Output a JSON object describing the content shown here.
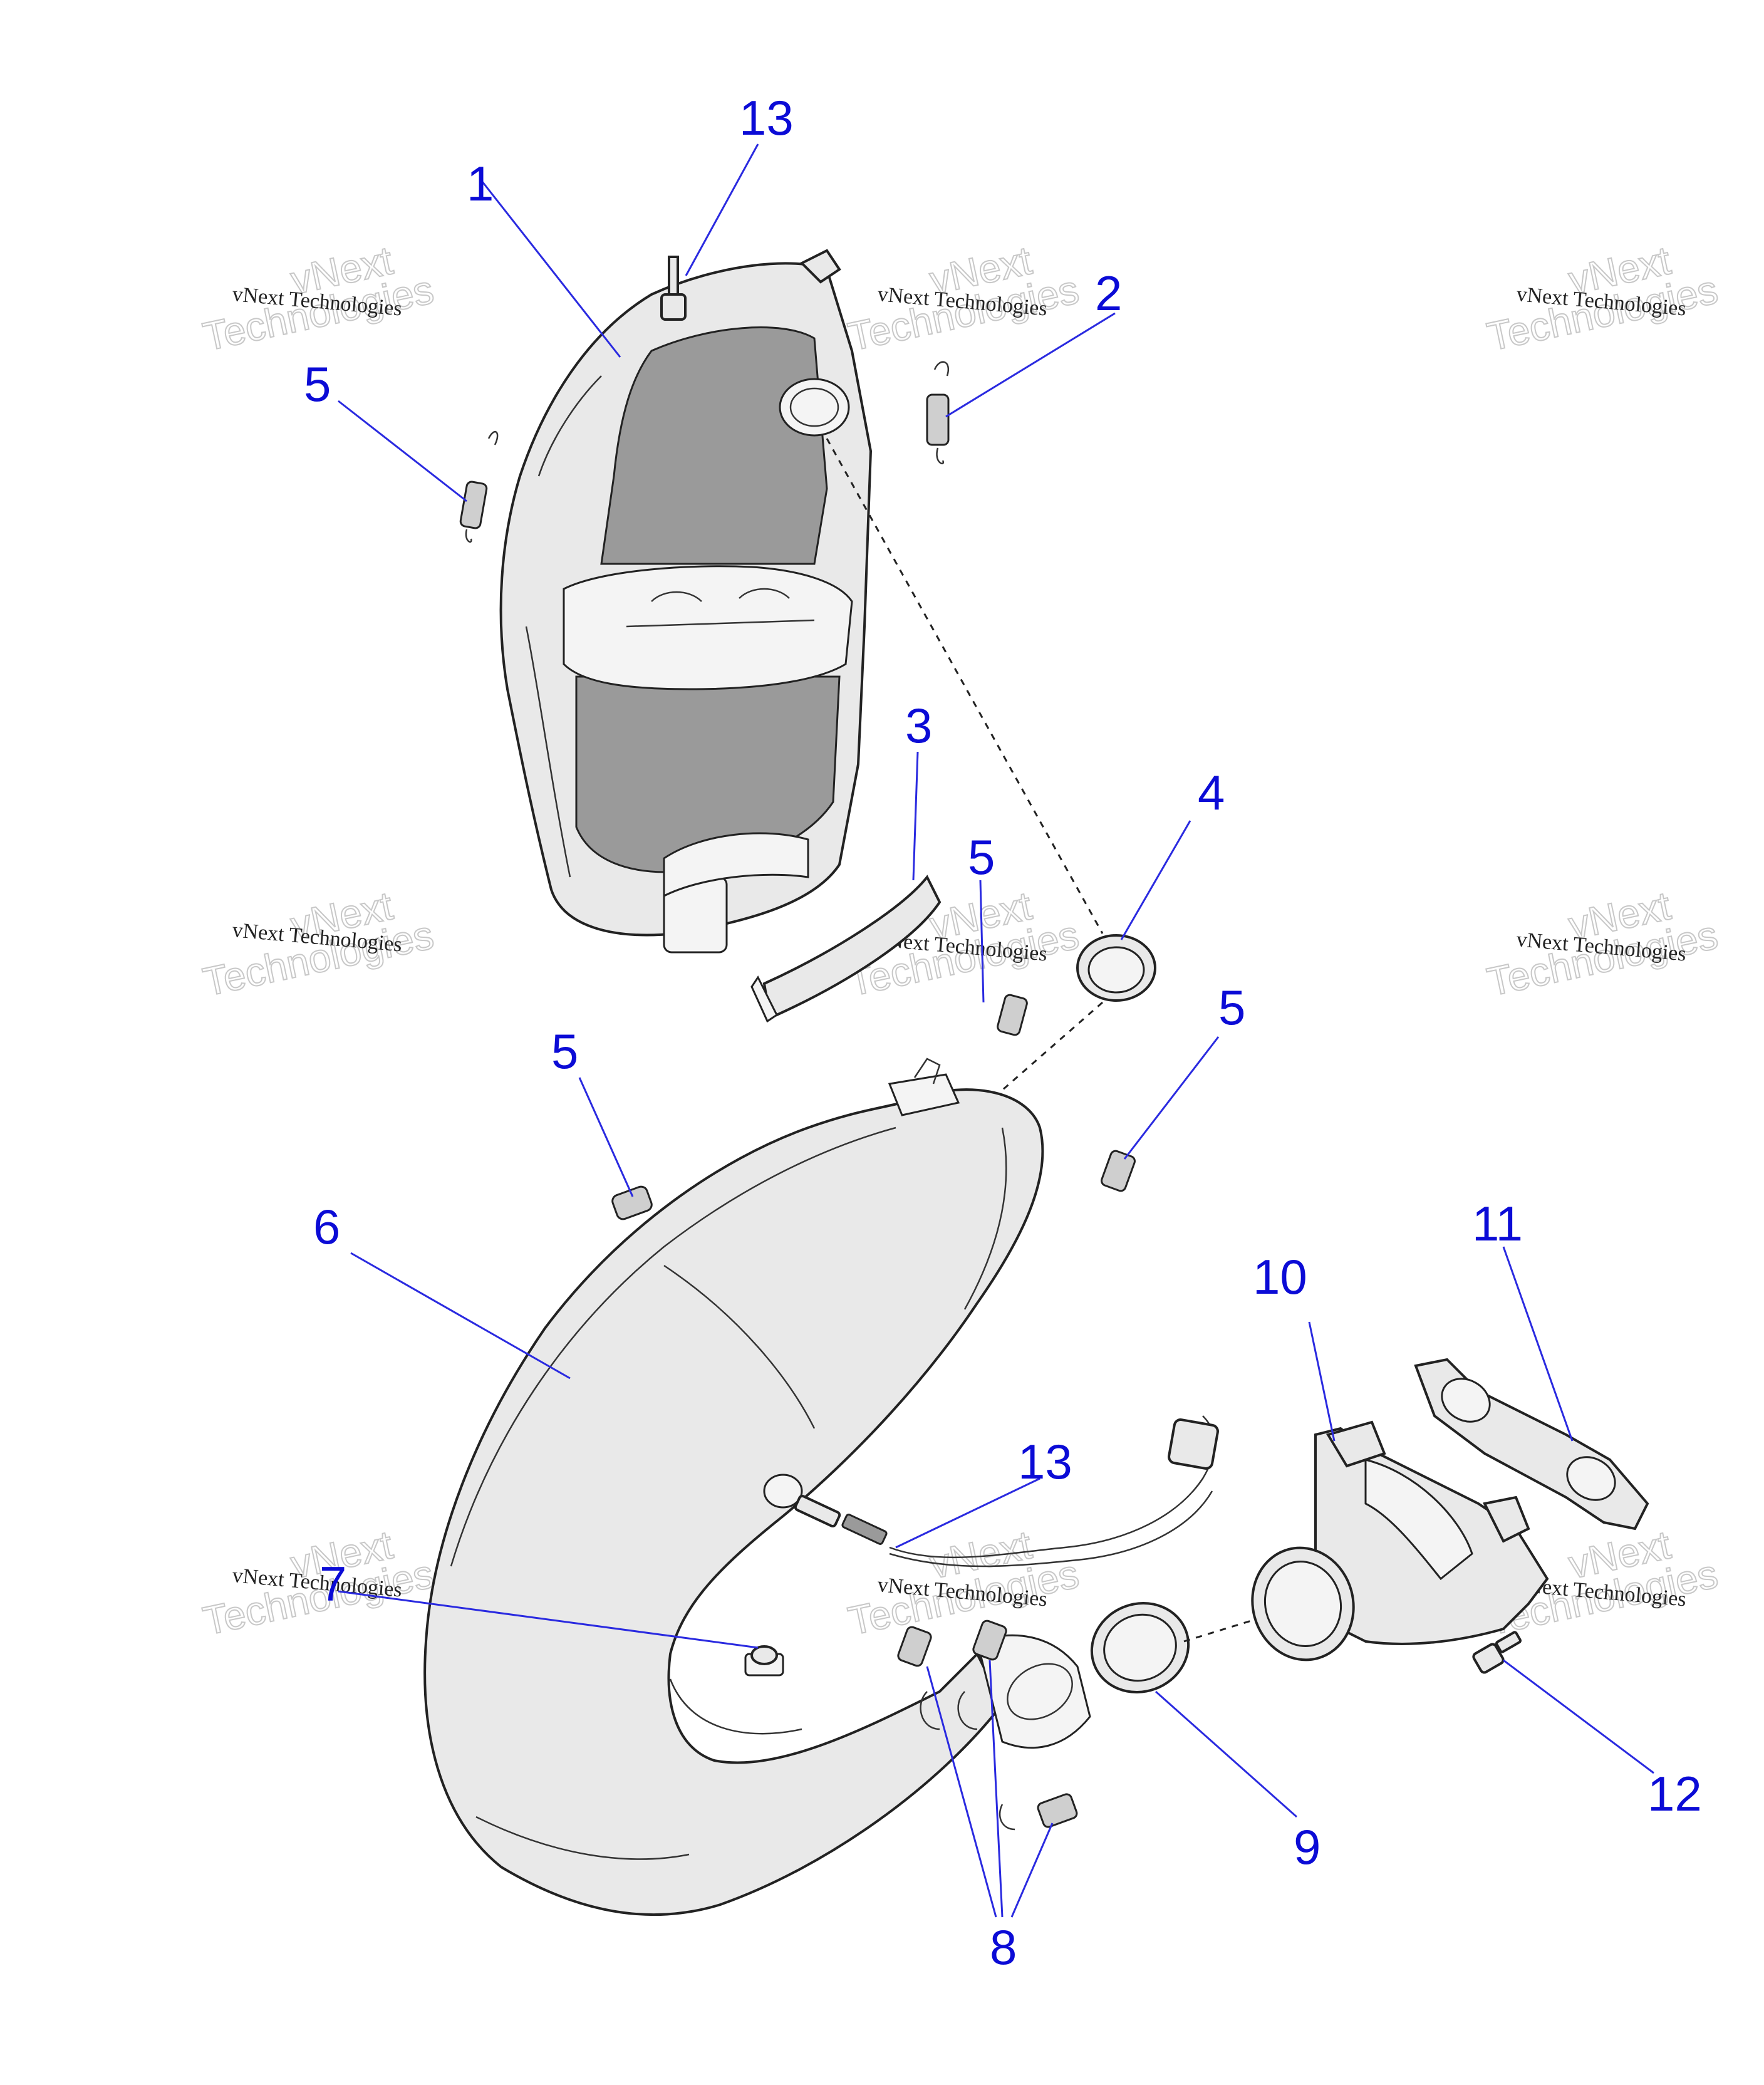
{
  "watermark": {
    "line1": "vNext Technologies",
    "line2": "vNext",
    "line3": "Technologies"
  },
  "callouts": [
    "13",
    "1",
    "5",
    "2",
    "3",
    "5",
    "4",
    "5",
    "5",
    "6",
    "11",
    "10",
    "13",
    "7",
    "9",
    "12",
    "8"
  ]
}
